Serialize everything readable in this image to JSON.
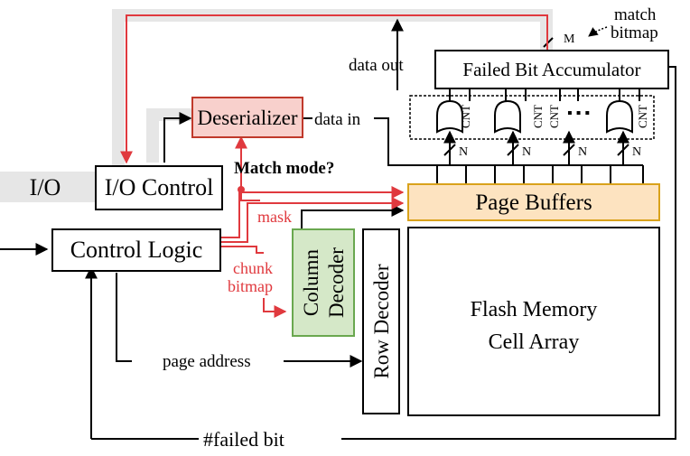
{
  "blocks": {
    "io": "I/O",
    "io_control": "I/O Control",
    "control_logic": "Control Logic",
    "deserializer": "Deserializer",
    "failed_bit_accumulator": "Failed Bit Accumulator",
    "page_buffers": "Page Buffers",
    "column_decoder": [
      "Column",
      "Decoder"
    ],
    "row_decoder": "Row Decoder",
    "flash_array": [
      "Flash Memory",
      "Cell Array"
    ],
    "counter": "CNT"
  },
  "signals": {
    "data_in": "data in",
    "data_out": "data out",
    "match_mode": "Match mode?",
    "mask": "mask",
    "chunk_bitmap": [
      "chunk",
      "bitmap"
    ],
    "page_address": "page address",
    "failed_bit": "#failed bit",
    "match_bitmap": [
      "match",
      "bitmap"
    ],
    "bus_m": "M",
    "bus_n": "N",
    "ellipsis": "▪ ▪ ▪"
  },
  "colors": {
    "signal_red": "#e0393e",
    "deserializer_fill": "#f8d0cc",
    "deserializer_border": "#c0392b",
    "page_buffers_fill": "#fde3c0",
    "page_buffers_border": "#d9a21b",
    "column_decoder_fill": "#d5e8c8",
    "column_decoder_border": "#6aa84f",
    "gray_path": "#e6e6e6"
  }
}
